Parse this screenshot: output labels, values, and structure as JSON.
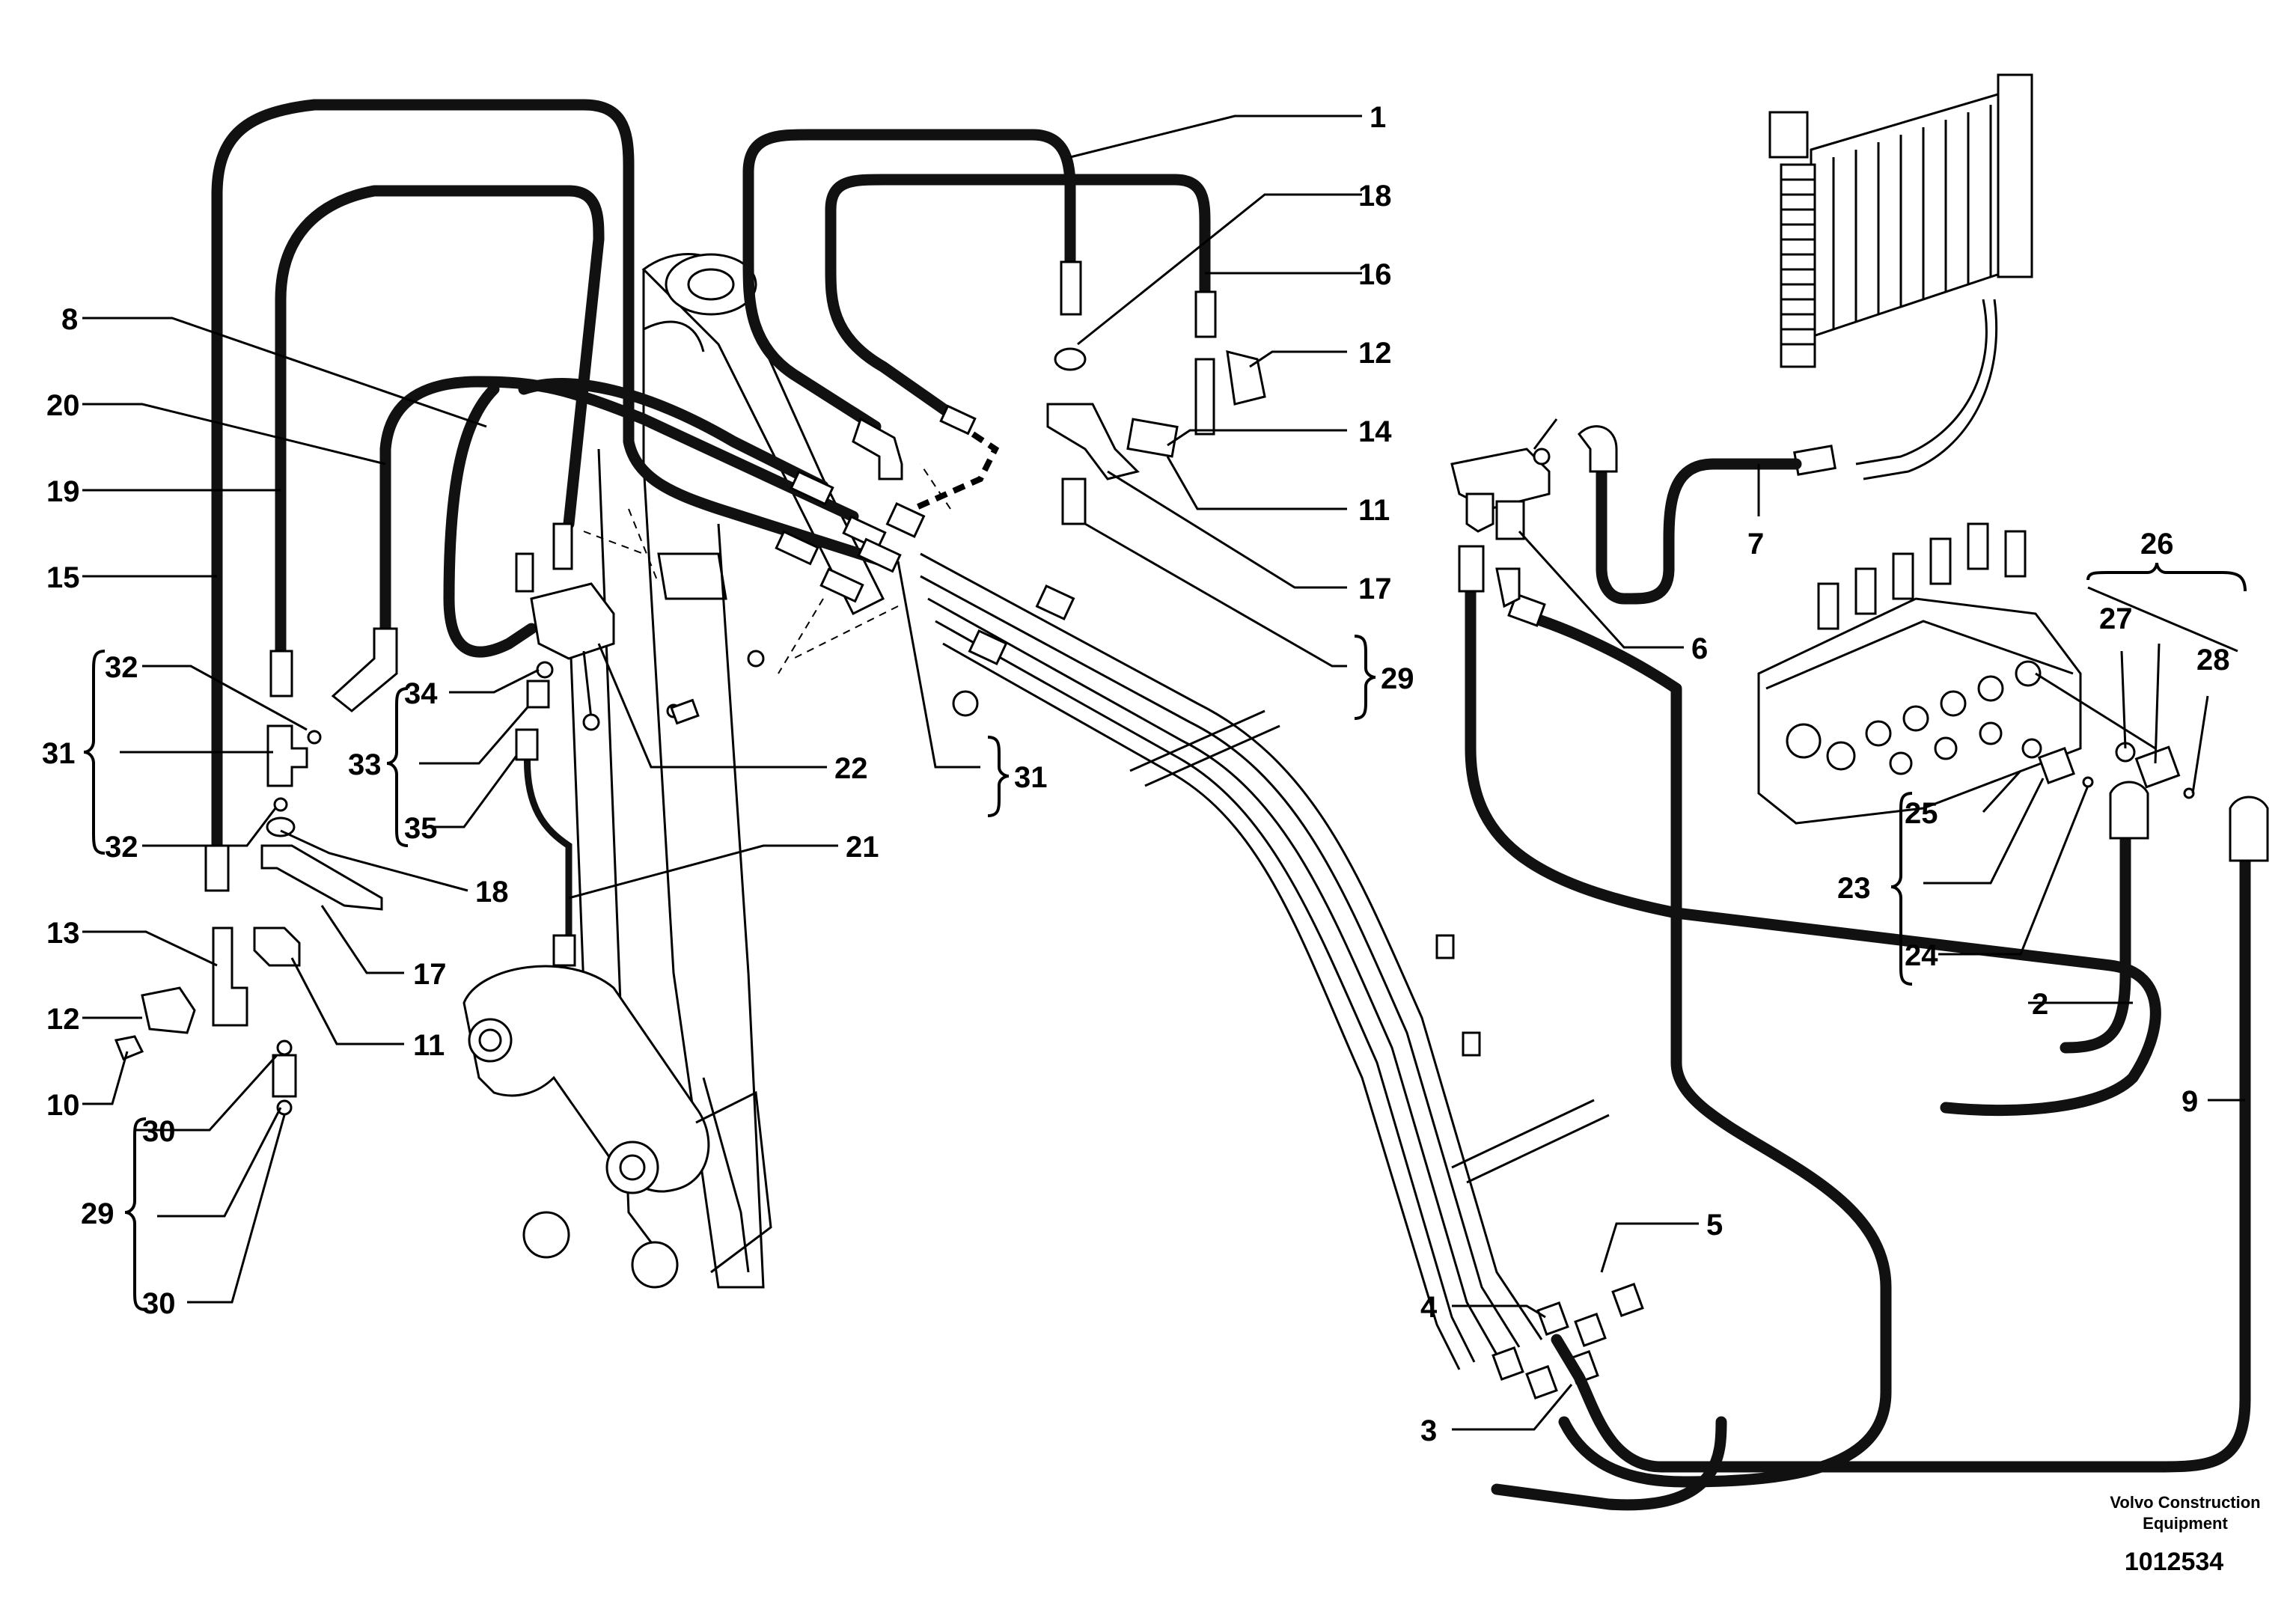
{
  "diagram": {
    "callouts": [
      "1",
      "2",
      "3",
      "4",
      "5",
      "6",
      "7",
      "8",
      "9",
      "10",
      "11",
      "12",
      "13",
      "14",
      "15",
      "16",
      "17",
      "18",
      "19",
      "20",
      "21",
      "22",
      "23",
      "24",
      "25",
      "26",
      "27",
      "28",
      "29",
      "30",
      "31",
      "32",
      "33",
      "34",
      "35"
    ],
    "brand": {
      "line1": "Volvo Construction",
      "line2": "Equipment"
    },
    "document_number": "1012534"
  }
}
